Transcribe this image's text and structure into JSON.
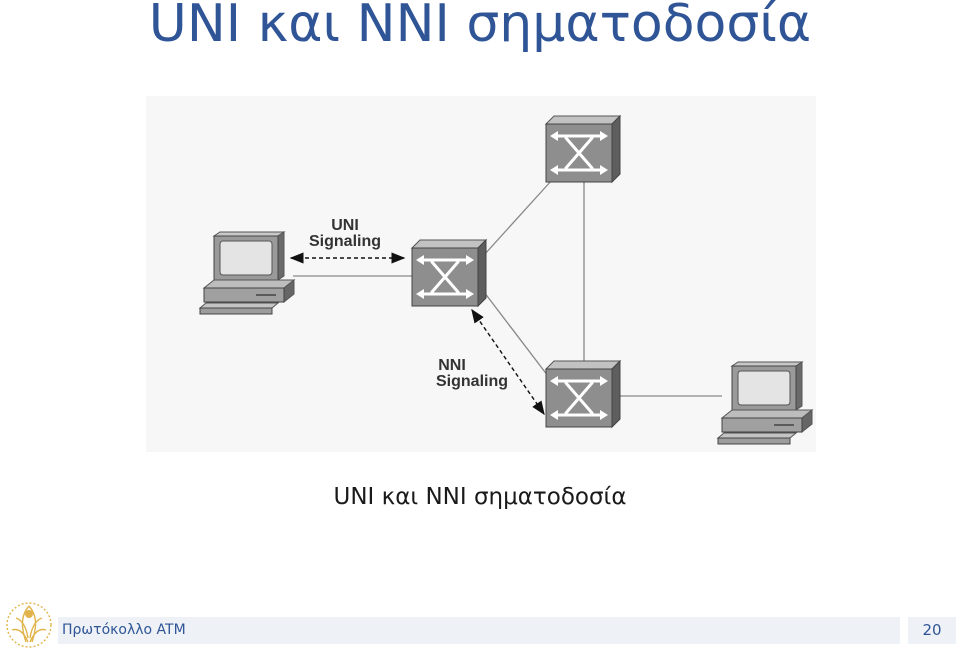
{
  "slide": {
    "title": "UNI και NNI σηματοδοσία",
    "caption": "UNI και NNI σηματοδοσία"
  },
  "diagram": {
    "uni_label_line1": "UNI",
    "uni_label_line2": "Signaling",
    "nni_label_line1": "NNI",
    "nni_label_line2": "Signaling",
    "nodes": [
      "end-system-left",
      "atm-switch-center",
      "atm-switch-top",
      "atm-switch-bottom",
      "end-system-right"
    ]
  },
  "footer": {
    "text": "Πρωτόκολλο ATM",
    "page_number": "20"
  },
  "colors": {
    "title": "#2f5597",
    "switch_front": "#8a8a8a",
    "switch_top": "#b9b9b9",
    "switch_side": "#5e5e5e",
    "logo": "#e0b44a"
  }
}
